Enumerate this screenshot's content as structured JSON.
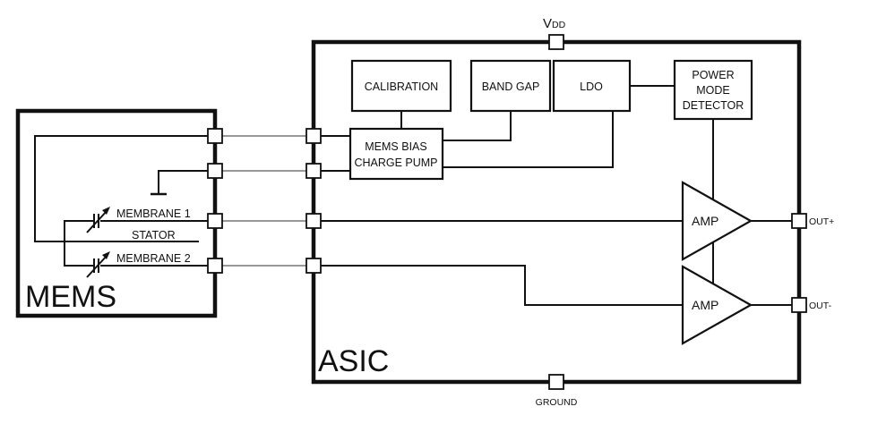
{
  "diagram": {
    "type": "block-diagram",
    "title": "MEMS microphone with ASIC block diagram",
    "mems": {
      "label": "MEMS",
      "elements": [
        "MEMBRANE 1",
        "STATOR",
        "MEMBRANE 2"
      ],
      "components": [
        "variable-capacitor",
        "variable-capacitor",
        "ground-symbol"
      ]
    },
    "asic": {
      "label": "ASIC",
      "blocks": {
        "calibration": "CALIBRATION",
        "band_gap": "BAND GAP",
        "ldo": "LDO",
        "power_mode": [
          "POWER",
          "MODE",
          "DETECTOR"
        ],
        "charge_pump": [
          "MEMS BIAS",
          "CHARGE PUMP"
        ],
        "amp_top": "AMP",
        "amp_bottom": "AMP"
      },
      "pins": {
        "vdd": "V",
        "vdd_sub": "DD",
        "ground": "GROUND",
        "out_plus": "OUT+",
        "out_minus": "OUT-"
      }
    },
    "connections": [
      {
        "from": "MEMS pin 1",
        "to": "MEMS BIAS CHARGE PUMP"
      },
      {
        "from": "MEMS pin 2",
        "to": "MEMS BIAS CHARGE PUMP"
      },
      {
        "from": "MEMBRANE 1",
        "to": "AMP (top)"
      },
      {
        "from": "MEMBRANE 2",
        "to": "AMP (bottom)"
      },
      {
        "from": "CALIBRATION",
        "to": "MEMS BIAS CHARGE PUMP"
      },
      {
        "from": "BAND GAP",
        "to": "MEMS BIAS CHARGE PUMP"
      },
      {
        "from": "LDO",
        "to": "MEMS BIAS CHARGE PUMP"
      },
      {
        "from": "LDO",
        "to": "POWER MODE DETECTOR"
      },
      {
        "from": "POWER MODE DETECTOR",
        "to": "AMP (top)"
      },
      {
        "from": "AMP (top)",
        "to": "AMP (bottom)"
      },
      {
        "from": "AMP (top)",
        "to": "OUT+"
      },
      {
        "from": "AMP (bottom)",
        "to": "OUT-"
      }
    ]
  }
}
